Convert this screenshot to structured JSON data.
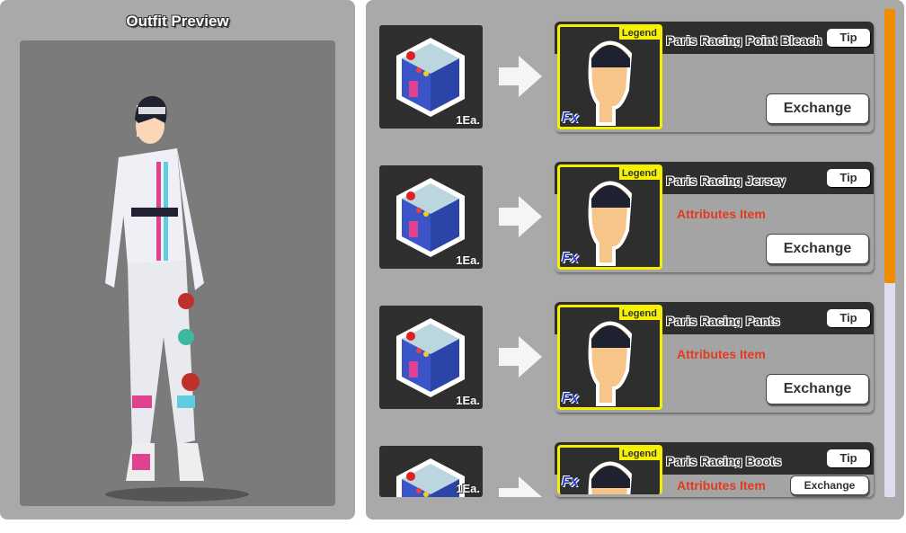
{
  "preview": {
    "title": "Outfit Preview"
  },
  "rows": [
    {
      "qty": "1Ea.",
      "legend": "Legend",
      "fx": "Fx",
      "name": "Paris Racing Point Bleach",
      "tip": "Tip",
      "attr": "",
      "exchange": "Exchange"
    },
    {
      "qty": "1Ea.",
      "legend": "Legend",
      "fx": "Fx",
      "name": "Paris Racing Jersey",
      "tip": "Tip",
      "attr": "Attributes Item",
      "exchange": "Exchange"
    },
    {
      "qty": "1Ea.",
      "legend": "Legend",
      "fx": "Fx",
      "name": "Paris Racing Pants",
      "tip": "Tip",
      "attr": "Attributes Item",
      "exchange": "Exchange"
    },
    {
      "qty": "1Ea.",
      "legend": "Legend",
      "fx": "Fx",
      "name": "Paris Racing Boots",
      "tip": "Tip",
      "attr": "Attributes Item",
      "exchange": "Exchange"
    }
  ],
  "colors": {
    "accent": "#f08c00",
    "legend": "#f7f300",
    "attr": "#e23a1e"
  }
}
